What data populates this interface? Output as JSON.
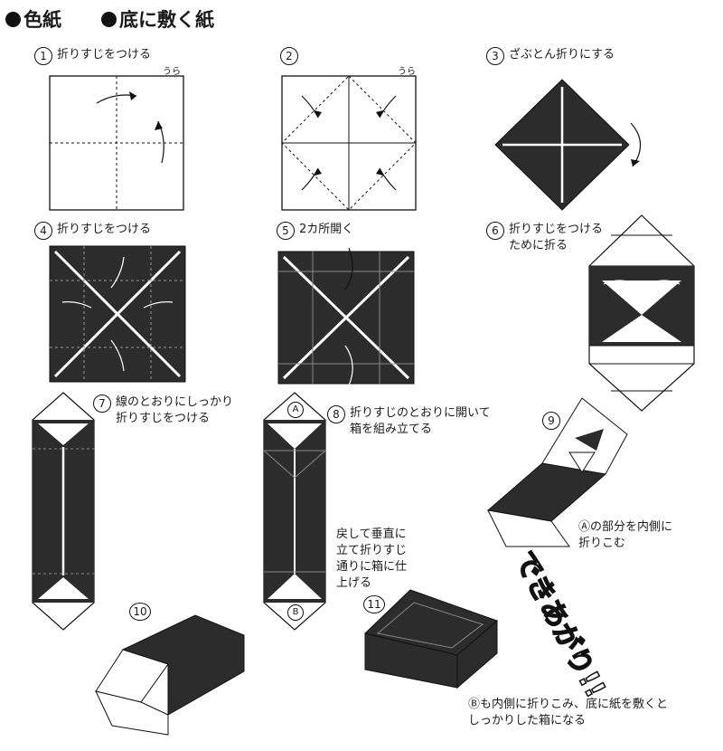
{
  "header": {
    "item1": "色紙",
    "item2": "底に敷く紙"
  },
  "steps": [
    {
      "num": "1",
      "text": "折りすじをつける"
    },
    {
      "num": "2",
      "text": ""
    },
    {
      "num": "3",
      "text": "ざぶとん折りにする"
    },
    {
      "num": "4",
      "text": "折りすじをつける"
    },
    {
      "num": "5",
      "text": "2カ所開く"
    },
    {
      "num": "6",
      "text": "折りすじをつける",
      "text2": "ために折る"
    },
    {
      "num": "7",
      "text": "線のとおりにしっかり",
      "text2": "折りすじをつける"
    },
    {
      "num": "8",
      "text": "折りすじのとおりに開いて",
      "text2": "箱を組み立てる"
    },
    {
      "num": "9",
      "text": ""
    },
    {
      "num": "10",
      "text": ""
    },
    {
      "num": "11",
      "text": ""
    }
  ],
  "labels": {
    "ura": "うら",
    "mark_a": "A",
    "mark_b": "B"
  },
  "notes": {
    "step8_side": [
      "戻して垂直に",
      "立て折りすじ",
      "通りに箱に仕",
      "上げる"
    ],
    "step9": [
      "Ⓐの部分を内側に",
      "折りこむ"
    ],
    "final": [
      "Ⓑも内側に折りこみ、底に紙を敷くと",
      "しっかりした箱になる"
    ],
    "done": "できあがり!!"
  },
  "colors": {
    "paper_dark": "#2c2c2c",
    "line": "#111111"
  },
  "icons": [
    "fold-arrow-icon",
    "rotate-arrow-icon",
    "open-arrow-icon"
  ]
}
